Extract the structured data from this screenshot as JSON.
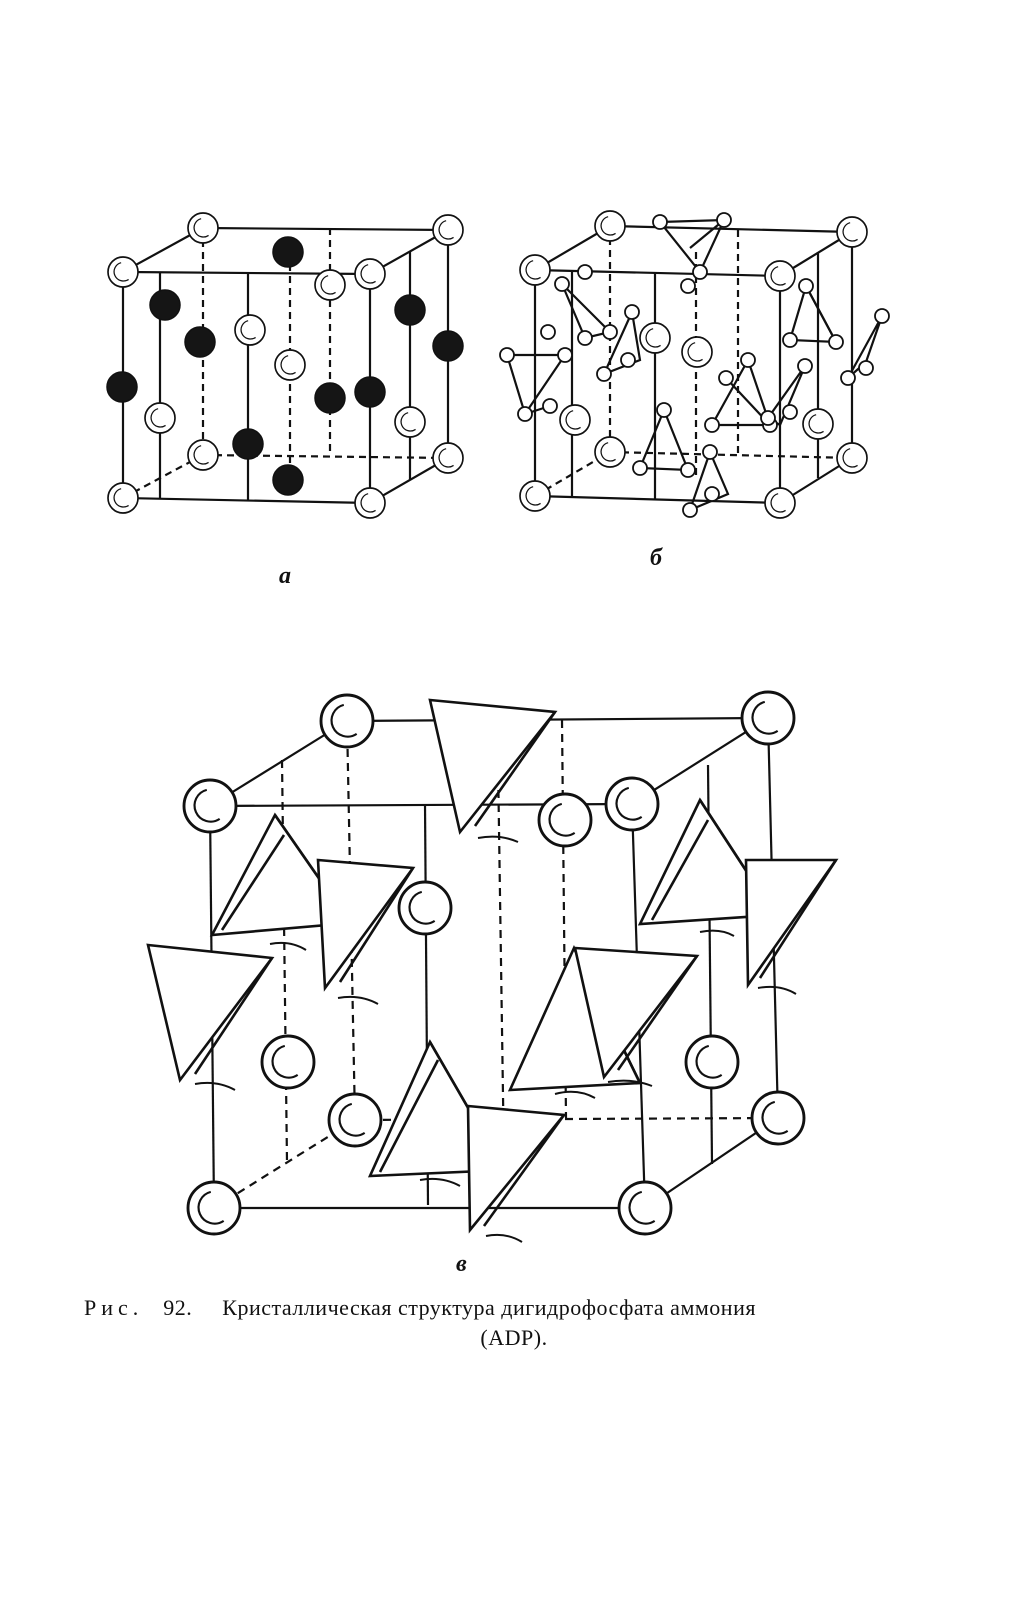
{
  "panels": {
    "a": {
      "label": "а"
    },
    "b": {
      "label": "б"
    },
    "c": {
      "label": "в"
    }
  },
  "caption": {
    "prefix": "Рис.",
    "number": "92.",
    "text_line1": "Кристаллическая структура дигидрофосфата аммония",
    "text_line2": "(ADP)."
  }
}
